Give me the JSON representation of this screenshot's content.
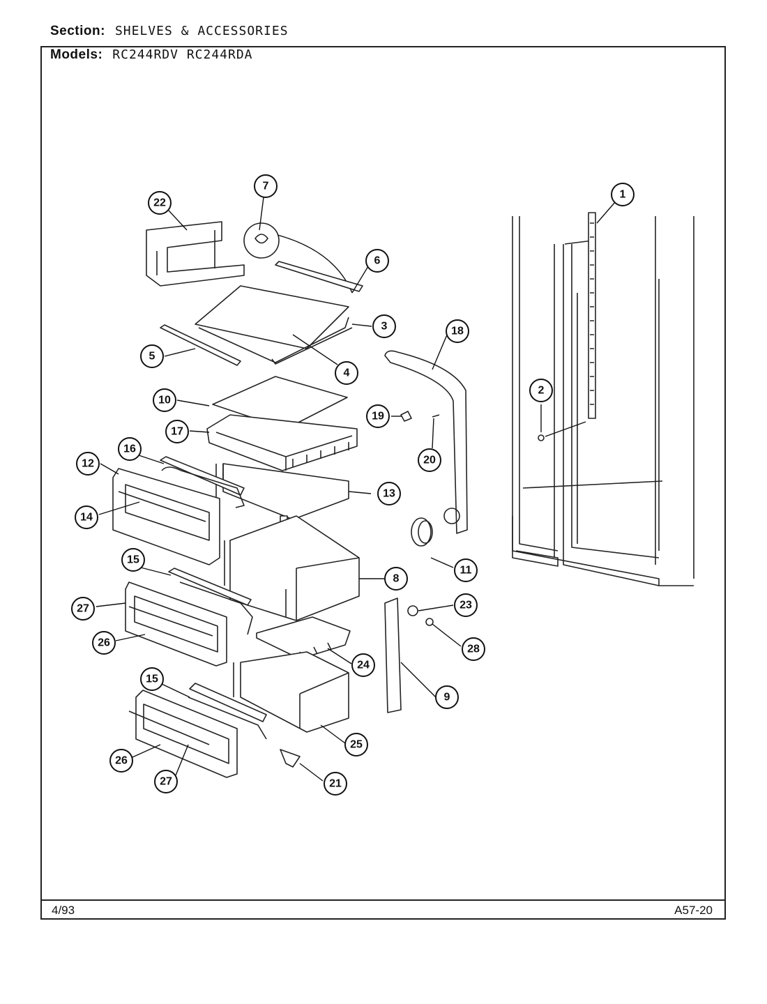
{
  "header": {
    "section_label": "Section:",
    "section_value": "SHELVES & ACCESSORIES",
    "models_label": "Models:",
    "models_value": "RC244RDV  RC244RDA"
  },
  "footer": {
    "date": "4/93",
    "code": "A57-20"
  },
  "callouts": [
    "1",
    "2",
    "3",
    "4",
    "5",
    "6",
    "7",
    "8",
    "9",
    "10",
    "11",
    "12",
    "13",
    "14",
    "15",
    "15",
    "16",
    "17",
    "18",
    "19",
    "20",
    "21",
    "22",
    "23",
    "24",
    "25",
    "26",
    "26",
    "27",
    "27",
    "28"
  ]
}
